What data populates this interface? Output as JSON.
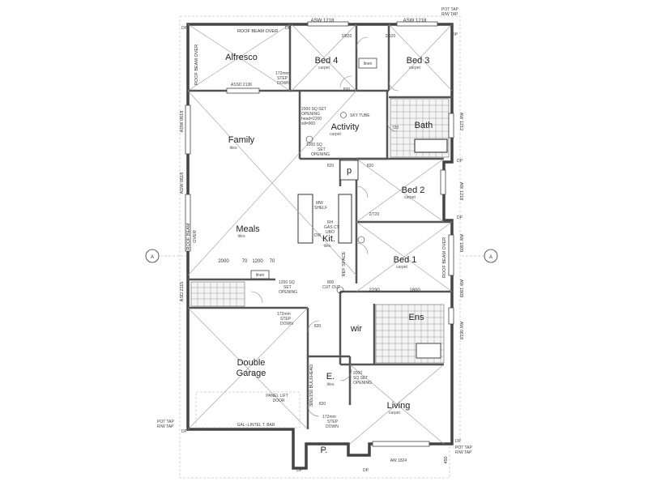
{
  "rooms": {
    "alfresco": "Alfresco",
    "bed4": "Bed 4",
    "bed4_sub": "carpet",
    "bed3": "Bed 3",
    "bed3_sub": "carpet",
    "family": "Family",
    "family_sub": "tiles",
    "activity": "Activity",
    "activity_sub": "carpet",
    "bath": "Bath",
    "bed2": "Bed 2",
    "bed2_sub": "carpet",
    "meals": "Meals",
    "meals_sub": "tiles",
    "kit": "Kit.",
    "kit_sub": "tiles",
    "bed1": "Bed 1",
    "bed1_sub": "carpet",
    "ens": "Ens",
    "wir": "wir",
    "garage_line1": "Double",
    "garage_line2": "Garage",
    "entry": "E.",
    "entry_sub": "tiles",
    "living": "Living",
    "living_sub": "carpet",
    "porch": "P.",
    "pantry": "p",
    "linen1": "linen",
    "linen2": "linen"
  },
  "notes": {
    "asw_top_left": "ASW  1218",
    "asw_top_right": "ASW  1218",
    "pot_tap_top_1": "POT TAP",
    "pot_tap_top_2": "R/W TAP",
    "roof_beam_over_top": "ROOF BEAM OVER",
    "roof_beam_over_left": "ROOF BEAM OVER",
    "step_down_1": "172mm",
    "step_down_2": "STEP",
    "step_down_3": "DOWN",
    "assd": "ASSD  2136",
    "door_820_bed4": "820",
    "door_2_820_a": "2/820",
    "door_2_820_b": "2/620",
    "sq_set_1": "2000 SQ SET",
    "sq_set_2": "OPENING",
    "sq_set_3": "head=2200",
    "sq_set_4": "sill=900",
    "sky_tube": "SKY TUBE",
    "sq_1000_1": "1000 SQ",
    "sq_1000_2": "SET",
    "sq_1000_3": "OPENING",
    "door_820_p": "820",
    "door_820_p2": "820",
    "door_720": "720",
    "door_2_720": "2/720",
    "adw_0618_left": "ADW 0618",
    "adw_0618_left2": "ADW 0618",
    "aw_1212": "AW 1212",
    "aw_1218": "AW 1218",
    "aw_1809": "AW 1809",
    "aw_1809_b": "AW 1809",
    "aw_0618": "AW 0618",
    "roof_beam_over_right": "ROOF BEAM OVER",
    "roof_beam_left_b": "ROOF BEAM",
    "roof_beam_left_c": "OVER",
    "mw_shelf_1": "MW",
    "mw_shelf_2": "SHELF",
    "rh_1": "RH",
    "rh_2": "GAS CT",
    "rh_3": "UBO",
    "dw": "DW",
    "ref_space": "REF SPACE",
    "dim_2000": "2000",
    "dim_70a": "70",
    "dim_1200": "1200",
    "dim_70b": "70",
    "sq_1200_1": "1200 SQ",
    "sq_1200_2": "SET",
    "sq_1200_3": "OPENING",
    "cut_800_1": "800",
    "cut_800_2": "CUT OUT",
    "dim_2230": "2230",
    "dim_1800": "1800",
    "dim_820_wir": "820",
    "step_down_g1": "172mm",
    "step_down_g2": "STEP",
    "step_down_g3": "DOWN",
    "door_820_g": "820",
    "asd_2115": "ASD 2115",
    "bulkhead": "300x150 BULKHEAD",
    "sq_2000_l1": "2000",
    "sq_2000_l2": "SQ SET",
    "sq_2000_l3": "OPENING",
    "panel_lift_1": "PANEL LIFT",
    "panel_lift_2": "DOOR",
    "gal_lintel": "GAL--LINTEL T. BAR",
    "pot_tap_bl_1": "POT TAP",
    "pot_tap_bl_2": "R/W TAP",
    "step_down_p1": "172mm",
    "step_down_p2": "STEP",
    "step_down_p3": "DOWN",
    "door_820_e": "820",
    "dp_br_1": "DP",
    "pot_tap_br_1": "POT TAP",
    "pot_tap_br_2": "R/W TAP",
    "aw_1824": "AW  1824",
    "dim_450": "450",
    "dp_1": "DP",
    "dp_2": "DP",
    "dp_3": "DP",
    "dp_4": "DP",
    "dp_5": "DP",
    "dp_6": "DP",
    "dp_7": "DP",
    "dp_8": "DP",
    "section_left": "A",
    "section_right": "A"
  }
}
